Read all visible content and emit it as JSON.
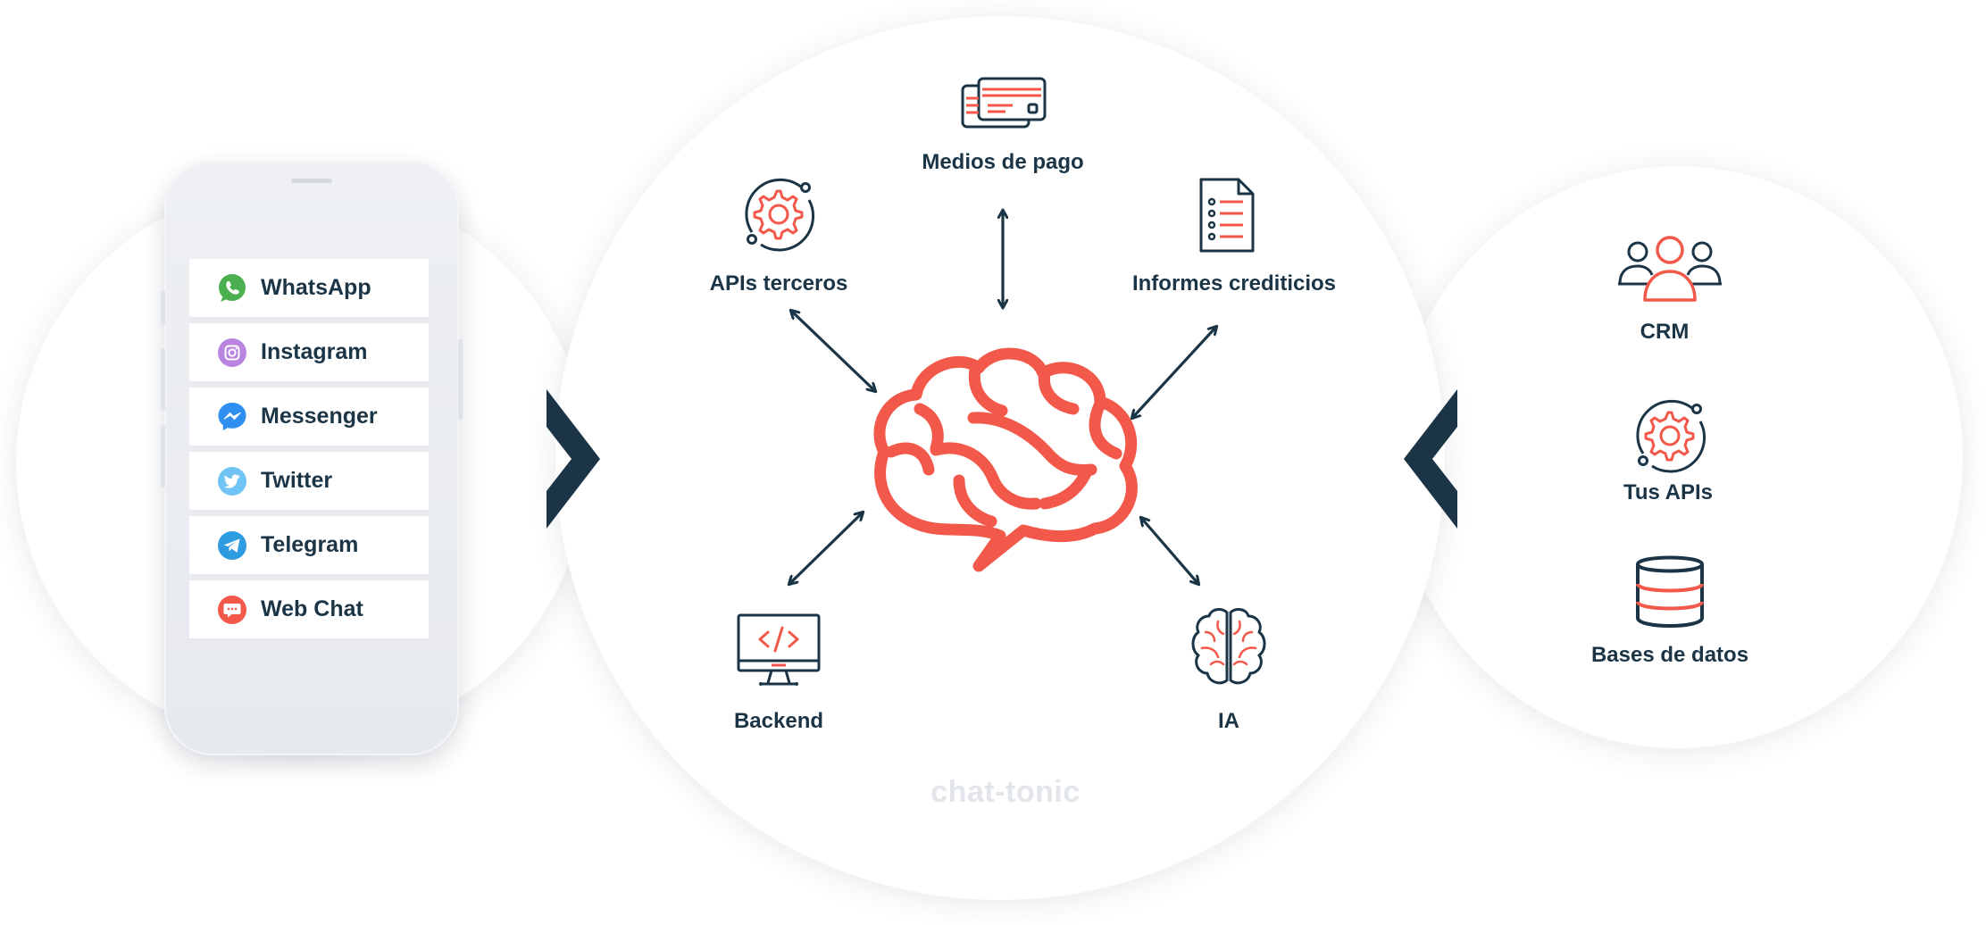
{
  "channels": [
    {
      "label": "WhatsApp",
      "icon": "whatsapp-icon",
      "color": "#4caf50"
    },
    {
      "label": "Instagram",
      "icon": "instagram-icon",
      "color": "#b985e0"
    },
    {
      "label": "Messenger",
      "icon": "messenger-icon",
      "color": "#2f8ff0"
    },
    {
      "label": "Twitter",
      "icon": "twitter-icon",
      "color": "#6fc3f5"
    },
    {
      "label": "Telegram",
      "icon": "telegram-icon",
      "color": "#2d9be0"
    },
    {
      "label": "Web Chat",
      "icon": "chat-bubble-icon",
      "color": "#f2594b"
    }
  ],
  "hub": {
    "medios_de_pago": "Medios de pago",
    "apis_terceros": "APIs terceros",
    "informes_crediticios": "Informes crediticios",
    "backend": "Backend",
    "ia": "IA"
  },
  "integrations": {
    "crm": "CRM",
    "tus_apis": "Tus APIs",
    "bases_de_datos": "Bases de datos"
  },
  "brand": "chat-tonic",
  "colors": {
    "accent": "#f2594b",
    "navy": "#1b3547",
    "background": "#ffffff"
  }
}
